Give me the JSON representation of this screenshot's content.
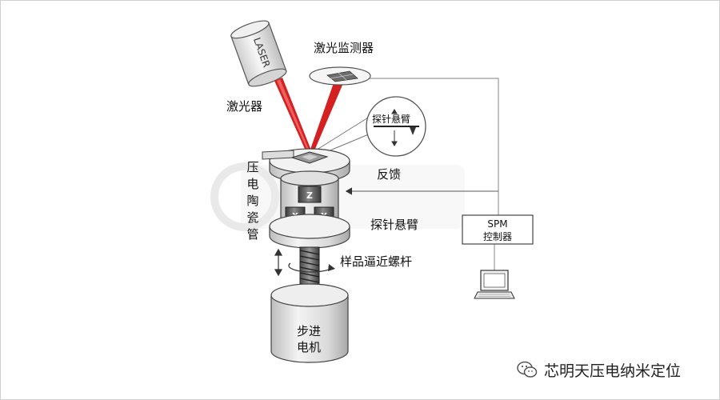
{
  "labels": {
    "laser_text": "LASER",
    "laser": "激光器",
    "detector": "激光监测器",
    "cantilever_inset": "探针悬臂",
    "piezo": "压电陶瓷管",
    "feedback": "反馈",
    "cantilever": "探针悬臂",
    "spm_line1": "SPM",
    "spm_line2": "控制器",
    "screw": "样品逼近螺杆",
    "motor_line1": "步进",
    "motor_line2": "电机",
    "z_axis": "Z",
    "x_axis": "X",
    "y_axis": "Y"
  },
  "watermark": {
    "brand": "芯明天压电纳米定位",
    "icon": "wechat-icon"
  },
  "colors": {
    "laser_beam": "#d42020",
    "line": "#555555",
    "wire": "#9a9a9a",
    "metal_light": "#ebebeb",
    "metal_mid": "#c8c8c8",
    "metal_dark": "#6a6a6a"
  }
}
